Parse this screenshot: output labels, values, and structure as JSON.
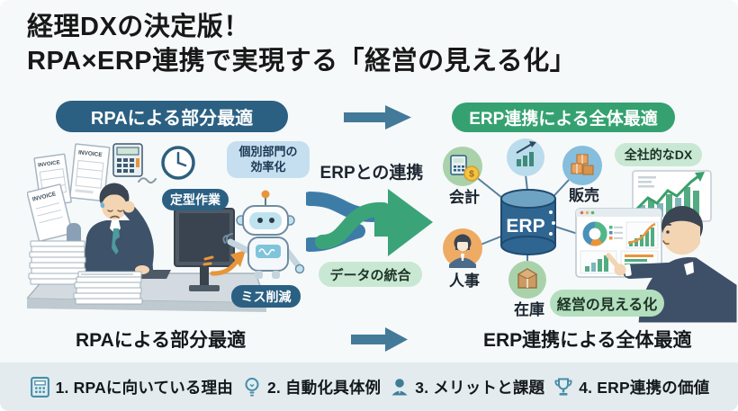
{
  "title": {
    "line1": "経理DXの決定版！",
    "line2": "RPA×ERP連携で実現する「経営の見える化」"
  },
  "left_section": {
    "header": "RPAによる部分最適",
    "tag_efficiency": "個別部門の\n効率化",
    "tag_routine": "定型作業",
    "tag_mistake": "ミス削減",
    "invoice_text": "INVOICE",
    "caption": "RPAによる部分最適"
  },
  "middle_section": {
    "top_label": "ERPとの連携",
    "bottom_label": "データの統合"
  },
  "right_section": {
    "header": "ERP連携による全体最適",
    "erp_label": "ERP",
    "coin_symbol": "$",
    "module_accounting": "会計",
    "module_sales": "販売",
    "module_hr": "人事",
    "module_inventory": "在庫",
    "tag_dx": "全社的なDX",
    "tag_visibility": "経営の見える化",
    "caption": "ERP連携による全体最適"
  },
  "footer": {
    "items": [
      {
        "icon": "calculator-icon",
        "label": "1. RPAに向いている理由"
      },
      {
        "icon": "lightbulb-icon",
        "label": "2. 自動化具体例"
      },
      {
        "icon": "person-icon",
        "label": "3. メリットと課題"
      },
      {
        "icon": "trophy-icon",
        "label": "4. ERP連携の価値"
      }
    ]
  },
  "colors": {
    "background": "#f6f9fa",
    "footer_bg": "#e3ebee",
    "dark_blue_pill": "#2b6082",
    "green_pill": "#35a171",
    "light_blue_tag": "#c6dff0",
    "light_green_tag": "#c9e8d3",
    "arrow_blue": "#447a99",
    "arrow_green": "#3aa478",
    "accent_orange": "#e8953a"
  }
}
